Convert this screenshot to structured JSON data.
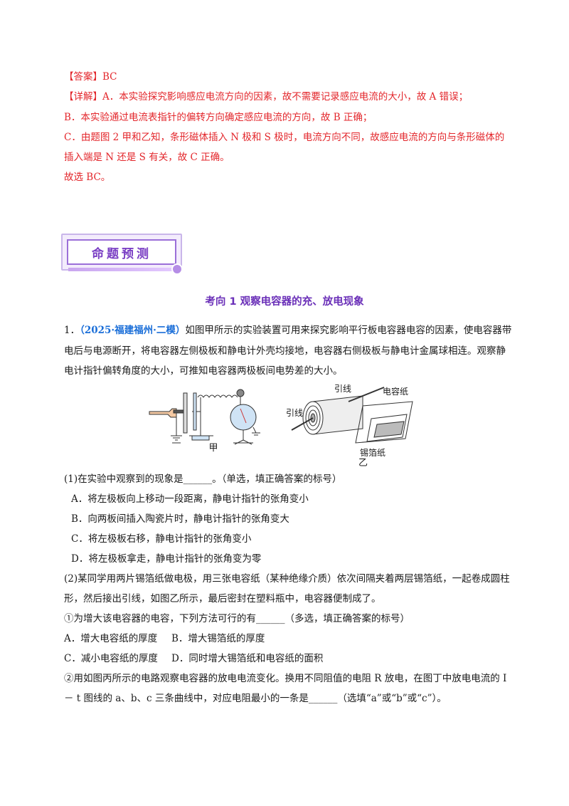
{
  "answer": {
    "label": "【答案】BC"
  },
  "detail": {
    "line1": "【详解】A．本实验探究影响感应电流方向的因素，故不需要记录感应电流的大小，故 A 错误；",
    "line2": "B．本实验通过电流表指针的偏转方向确定感应电流的方向，故 B 正确；",
    "line3": "C．由题图 2 甲和乙知，条形磁体插入 N 极和 S 极时，电流方向不同，故感应电流的方向与条形磁体的",
    "line4": "插入端是 N 还是 S 有关，故 C 正确。",
    "line5": "故选 BC。"
  },
  "banner": {
    "title": "命题预测"
  },
  "section": {
    "title": "考向 1  观察电容器的充、放电现象"
  },
  "question": {
    "number": "1．",
    "source": "（2025·福建福州·二模）",
    "stem1": "如图甲所示的实验装置可用来探究影响平行板电容器电容的因素，使电容器带",
    "stem2": "电后与电源断开，将电容器左侧极板和静电计外壳均接地，电容器右侧极板与静电计金属球相连。观察静",
    "stem3": "电计指针偏转角度的大小，可推知电容器两极板间电势差的大小。",
    "fig_jia": "甲",
    "fig_yi": "乙",
    "fig_yinxian_top": "引线",
    "fig_yinxian_left": "引线",
    "fig_dianrongzhi": "电容纸",
    "fig_xibozhi": "锡箔纸",
    "p1_prompt": "(1)在实验中观察到的现象是______。（单选，填正确答案的标号）",
    "p1_options": [
      "A．将左极板向上移动一段距离，静电计指针的张角变小",
      "B．向两板间插入陶瓷片时，静电计指针的张角变大",
      "C．将左极板右移，静电计指针的张角变小",
      "D．将左极板拿走，静电计指针的张角变为零"
    ],
    "p2_line1": "(2)某同学用两片锡箔纸做电极，用三张电容纸（某种绝缘介质）依次间隔夹着两层锡箔纸，一起卷成圆柱",
    "p2_line2": "形，然后接出引线，如图乙所示，最后密封在塑料瓶中，电容器便制成了。",
    "p2_sub1": "①为增大该电容器的电容，下列方法可行的有______（多选，填正确答案的标号）",
    "p2_optA": "A．增大电容纸的厚度",
    "p2_optB": "B．增大锡箔纸的厚度",
    "p2_optC": "C．减小电容纸的厚度",
    "p2_optD": "D．同时增大锡箔纸和电容纸的面积",
    "p2_sub2_line1": "②用如图丙所示的电路观察电容器的放电电流变化。换用不同阻值的电阻 R 放电，在图丁中放电电流的 I",
    "p2_sub2_line2": "－ t 图线的 a、b、c 三条曲线中，对应电阻最小的一条是______（选填“a”或“b”或“c”）。"
  }
}
